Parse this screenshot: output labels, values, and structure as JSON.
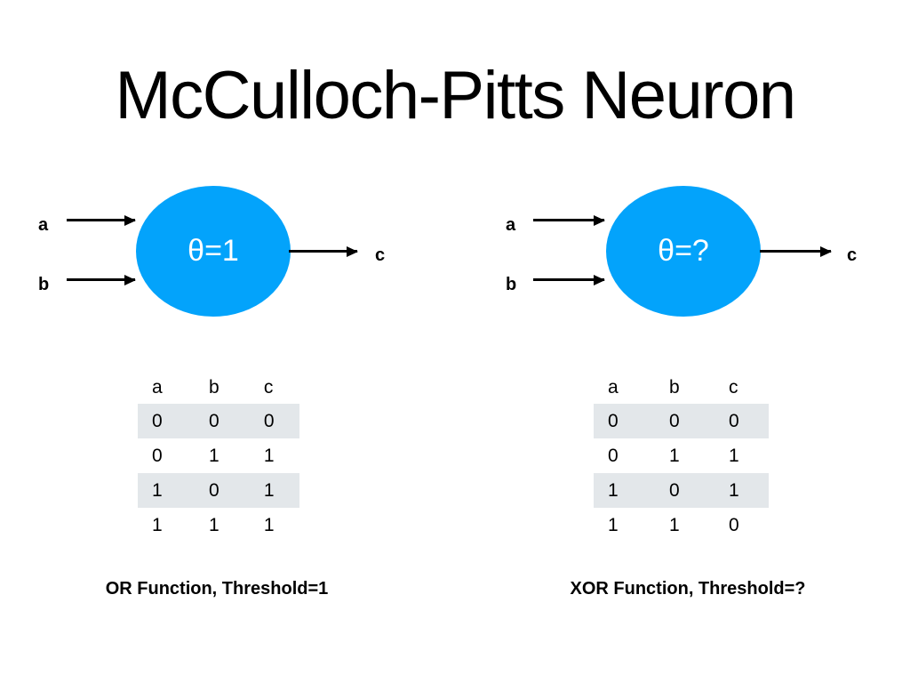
{
  "slide": {
    "title": "McCulloch-Pitts Neuron",
    "background_color": "#FFFFFF",
    "accent_color": "#03A3FB",
    "row_shade_color": "#E3E7EA"
  },
  "panels": [
    {
      "id": "or-panel",
      "neuron": {
        "threshold_label": "θ=1",
        "input_labels": [
          "a",
          "b"
        ],
        "output_label": "c"
      },
      "table": {
        "headers": [
          "a",
          "b",
          "c"
        ],
        "rows": [
          [
            "0",
            "0",
            "0"
          ],
          [
            "0",
            "1",
            "1"
          ],
          [
            "1",
            "0",
            "1"
          ],
          [
            "1",
            "1",
            "1"
          ]
        ]
      },
      "caption": "OR Function, Threshold=1"
    },
    {
      "id": "xor-panel",
      "neuron": {
        "threshold_label": "θ=?",
        "input_labels": [
          "a",
          "b"
        ],
        "output_label": "c"
      },
      "table": {
        "headers": [
          "a",
          "b",
          "c"
        ],
        "rows": [
          [
            "0",
            "0",
            "0"
          ],
          [
            "0",
            "1",
            "1"
          ],
          [
            "1",
            "0",
            "1"
          ],
          [
            "1",
            "1",
            "0"
          ]
        ]
      },
      "caption": "XOR Function, Threshold=?"
    }
  ],
  "chart_data": {
    "type": "table",
    "title": "McCulloch-Pitts Neuron",
    "tables": [
      {
        "name": "OR Function, Threshold=1",
        "threshold": "θ=1",
        "columns": [
          "a",
          "b",
          "c"
        ],
        "rows": [
          [
            0,
            0,
            0
          ],
          [
            0,
            1,
            1
          ],
          [
            1,
            0,
            1
          ],
          [
            1,
            1,
            1
          ]
        ]
      },
      {
        "name": "XOR Function, Threshold=?",
        "threshold": "θ=?",
        "columns": [
          "a",
          "b",
          "c"
        ],
        "rows": [
          [
            0,
            0,
            0
          ],
          [
            0,
            1,
            1
          ],
          [
            1,
            0,
            1
          ],
          [
            1,
            1,
            0
          ]
        ]
      }
    ]
  }
}
